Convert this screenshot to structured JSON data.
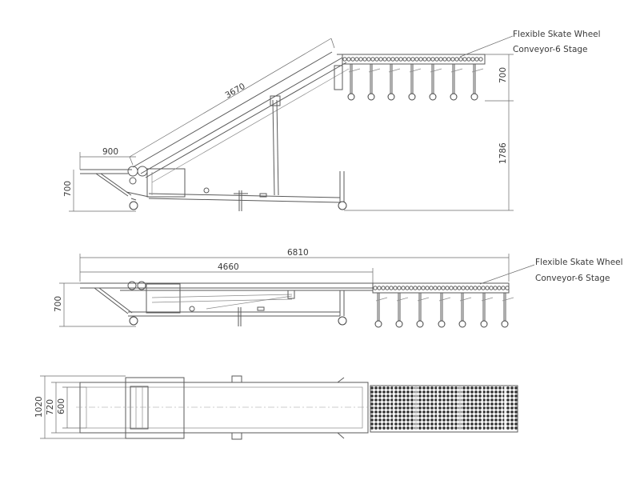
{
  "view1": {
    "label_line1": "Flexible Skate Wheel",
    "label_line2": "Conveyor-6 Stage",
    "dim_incline": "3670",
    "dim_tail": "900",
    "dim_height_left": "700",
    "dim_height_right": "700",
    "dim_total_height": "1786"
  },
  "view2": {
    "label_line1": "Flexible Skate Wheel",
    "label_line2": "Conveyor-6 Stage",
    "dim_total_length": "6810",
    "dim_belt_length": "4660",
    "dim_height": "700"
  },
  "view3": {
    "dim_outer_width": "1020",
    "dim_mid_width": "720",
    "dim_belt_width": "600"
  },
  "colors": {
    "line": "#5a5a5a",
    "text": "#3a3a3a",
    "belt": "#3a3a3a"
  }
}
